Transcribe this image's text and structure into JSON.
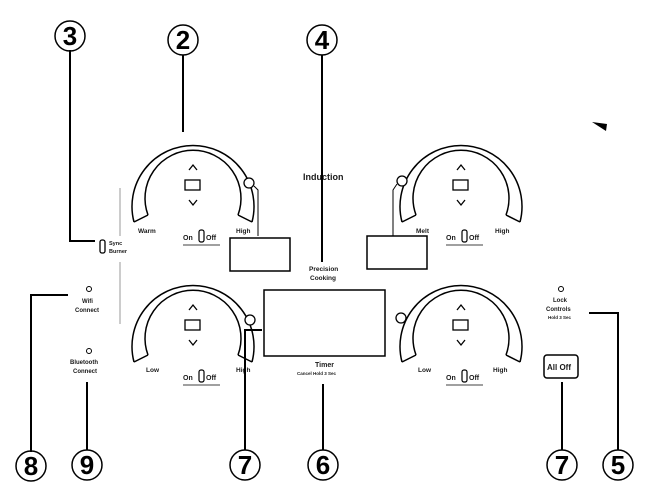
{
  "callouts": [
    "3",
    "2",
    "4",
    "8",
    "9",
    "7",
    "6",
    "7",
    "5"
  ],
  "center_label": "Induction",
  "precision": {
    "line1": "Precision",
    "line2": "Cooking"
  },
  "timer": {
    "title": "Timer",
    "sub": "Cancel Hold 3 Sec"
  },
  "sync": {
    "line1": "Sync",
    "line2": "Burner"
  },
  "wifi": {
    "line1": "Wifi",
    "line2": "Connect"
  },
  "bluetooth": {
    "line1": "Bluetooth",
    "line2": "Connect"
  },
  "lock": {
    "line1": "Lock",
    "line2": "Controls",
    "line3": "Hold 3 Sec"
  },
  "all_off": "All Off",
  "knobs": {
    "top_left": {
      "low": "Warm",
      "high": "High",
      "on": "On",
      "off": "Off"
    },
    "top_right": {
      "low": "Melt",
      "high": "High",
      "on": "On",
      "off": "Off"
    },
    "bottom_left": {
      "low": "Low",
      "high": "High",
      "on": "On",
      "off": "Off"
    },
    "bottom_right": {
      "low": "Low",
      "high": "High",
      "on": "On",
      "off": "Off"
    }
  },
  "colors": {
    "ink": "#000000",
    "background": "#ffffff"
  }
}
